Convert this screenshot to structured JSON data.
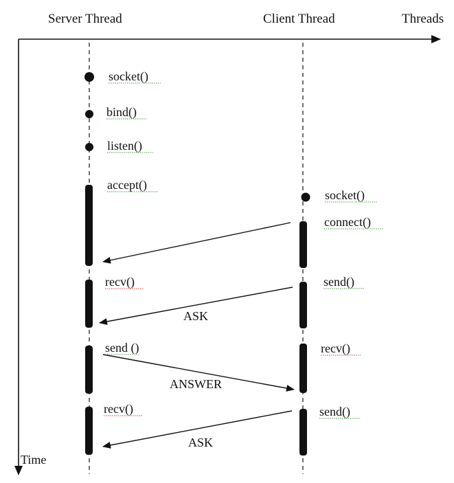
{
  "headers": {
    "server": "Server Thread",
    "client": "Client Thread",
    "threads_axis": "Threads",
    "time_axis": "Time"
  },
  "server_calls": {
    "socket": "socket()",
    "bind": "bind()",
    "listen": "listen()",
    "accept": "accept()",
    "recv_1": "recv()",
    "send": "send ()",
    "recv_2": "recv()"
  },
  "client_calls": {
    "socket": "socket()",
    "connect": "connect()",
    "send_1": "send()",
    "recv": "recv()",
    "send_2": "send()"
  },
  "messages": {
    "ask_1": "ASK",
    "answer": "ANSWER",
    "ask_2": "ASK"
  },
  "colors": {
    "ink": "#111111",
    "spell_underline_green": "#3b9a3b",
    "spell_underline_red": "#d23b3b"
  }
}
